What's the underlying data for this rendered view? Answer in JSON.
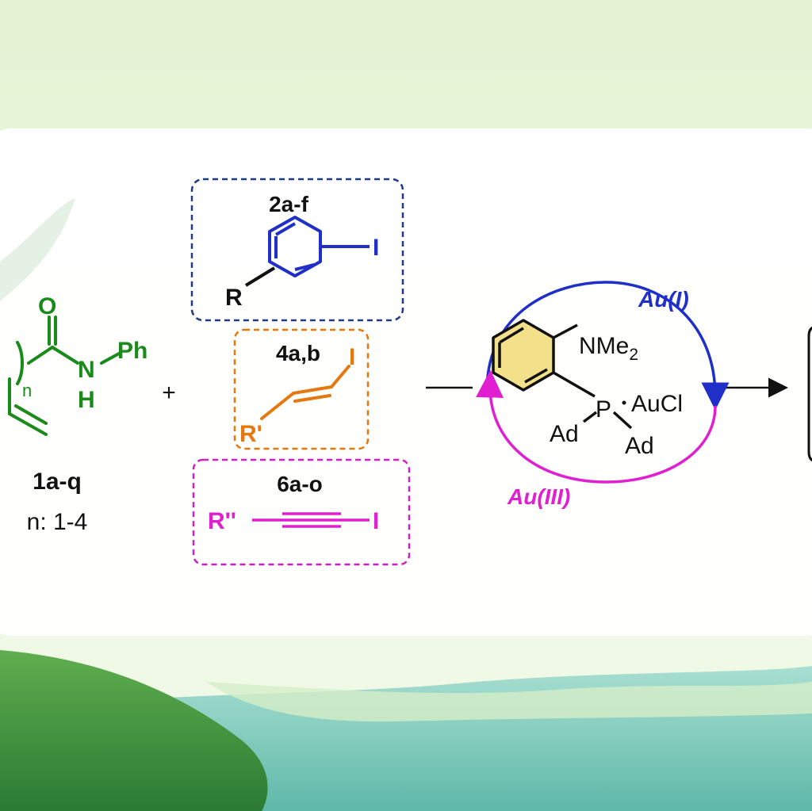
{
  "colors": {
    "substrate": "#1a8a1a",
    "aryl": "#1f2fc8",
    "vinyl": "#e5780f",
    "alkynyl": "#e020d0",
    "ligand_ring_fill": "#f3e08a",
    "au1_arrow": "#1f2fc8",
    "au3_arrow": "#e020d0",
    "panel": "#ffffff",
    "sky": "#e8f6d8",
    "hill_dark": "#2e8a3a",
    "water": "#7ccfc0"
  },
  "substrate": {
    "o_label": "O",
    "n_label": "N",
    "h_label": "H",
    "ph_label": "Ph",
    "n_sub": "n",
    "name": "1a-q",
    "range": "n: 1-4"
  },
  "plus_sign": "+",
  "aryl_iodide": {
    "name": "2a-f",
    "r_label": "R",
    "i_label": "I"
  },
  "vinyl_iodide": {
    "name": "4a,b",
    "r_label": "R'",
    "i_label": "I"
  },
  "alkynyl_iodide": {
    "name": "6a-o",
    "r_label": "R''",
    "i_label": "I"
  },
  "catalyst": {
    "nme2_main": "NMe",
    "nme2_sub": "2",
    "p_label": "P",
    "aucl_label": "AuCl",
    "ad1_label": "Ad",
    "ad2_label": "Ad",
    "au1_label": "Au(I)",
    "au3_label": "Au(III)"
  }
}
